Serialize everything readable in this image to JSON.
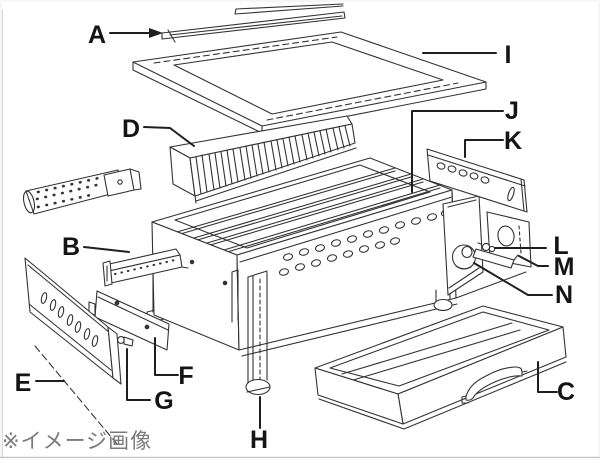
{
  "page": {
    "background": "#ffffff",
    "border_color": "#e3e3e3",
    "bottom_rule_color": "#c4c4c4"
  },
  "caption": {
    "text": "※イメージ画像",
    "color": "#7b7b7b"
  },
  "diagram": {
    "type": "exploded-view-line-drawing",
    "line_color": "#333333",
    "leader_color": "#1f1f1f",
    "label_color": "#141414",
    "labels": [
      {
        "letter": "A"
      },
      {
        "letter": "B"
      },
      {
        "letter": "C"
      },
      {
        "letter": "D"
      },
      {
        "letter": "E"
      },
      {
        "letter": "F"
      },
      {
        "letter": "G"
      },
      {
        "letter": "H"
      },
      {
        "letter": "I"
      },
      {
        "letter": "J"
      },
      {
        "letter": "K"
      },
      {
        "letter": "L"
      },
      {
        "letter": "M"
      },
      {
        "letter": "N"
      }
    ]
  }
}
